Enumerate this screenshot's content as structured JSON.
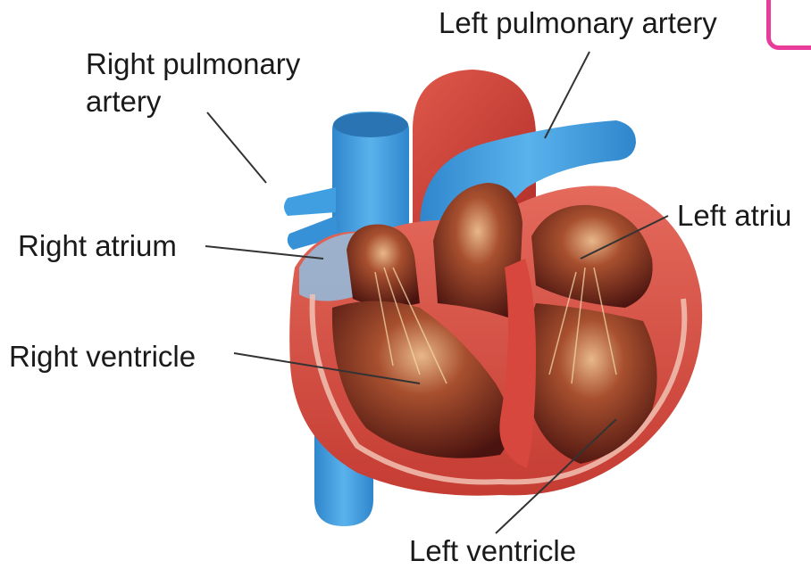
{
  "labels": {
    "left_pulmonary_artery": "Left pulmonary artery",
    "right_pulmonary_artery_line1": "Right pulmonary",
    "right_pulmonary_artery_line2": "artery",
    "left_atrium": "Left atriu",
    "right_atrium": "Right atrium",
    "right_ventricle": "Right ventricle",
    "left_ventricle": "Left ventricle"
  },
  "colors": {
    "vessel_blue": "#3f9fe0",
    "aorta_red": "#c93b33",
    "myocardium": "#d94a40",
    "chamber_dark": "#5a1812",
    "corner_badge": "#e93b9a"
  }
}
